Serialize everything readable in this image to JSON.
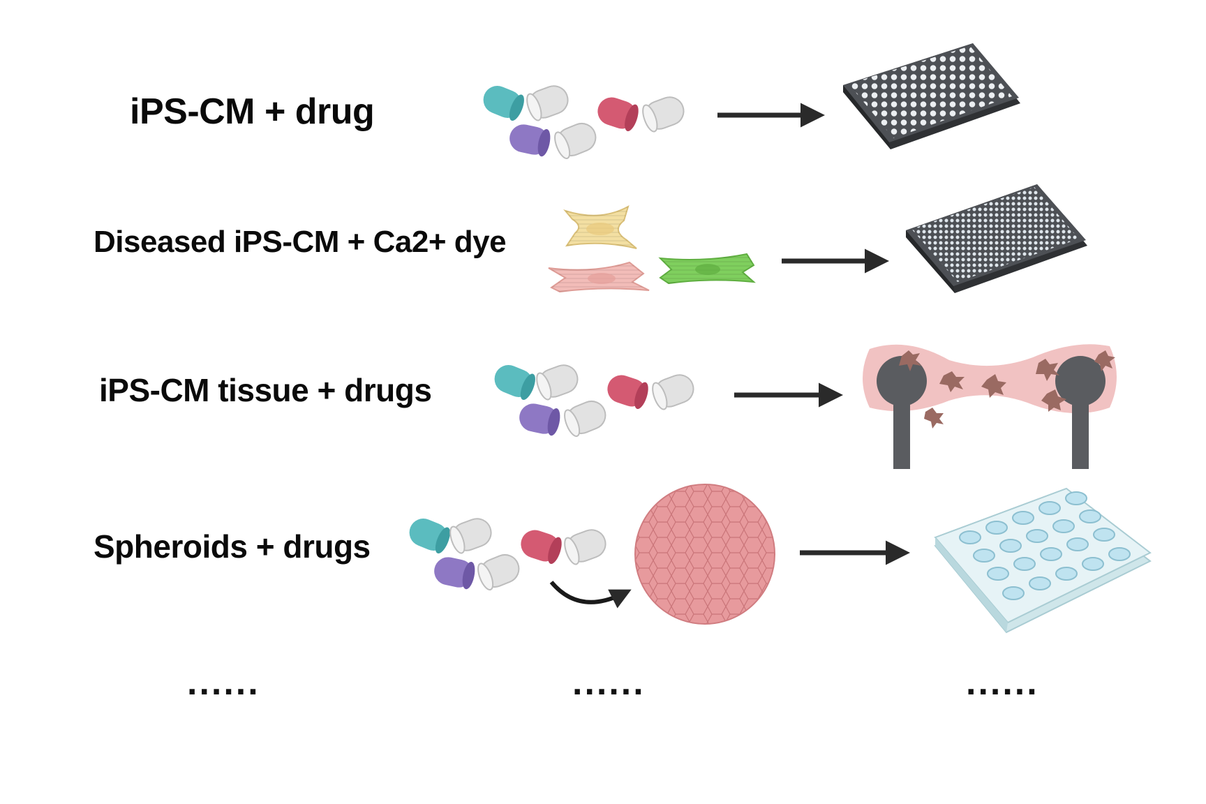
{
  "rows": [
    {
      "label": "iPS-CM  + drug"
    },
    {
      "label": "Diseased iPS-CM + Ca2+ dye"
    },
    {
      "label": "iPS-CM tissue + drugs"
    },
    {
      "label": "Spheroids + drugs"
    }
  ],
  "ellipsis": [
    "......",
    "......",
    "......"
  ],
  "colors": {
    "pill_teal": "#5bbcbf",
    "pill_pink": "#d45a72",
    "pill_purple": "#8e78c4",
    "pill_gray": "#dcdcdc",
    "plate_dark": "#4a4c50",
    "cell_yellow": "#f3dfa2",
    "cell_pink": "#f2bcb8",
    "cell_green": "#7fcf5e",
    "tissue_pink": "#f1c2c2",
    "spheroid": "#e79a9d",
    "plate_light": "#d7ecf0",
    "arrow": "#2a2a2a"
  }
}
